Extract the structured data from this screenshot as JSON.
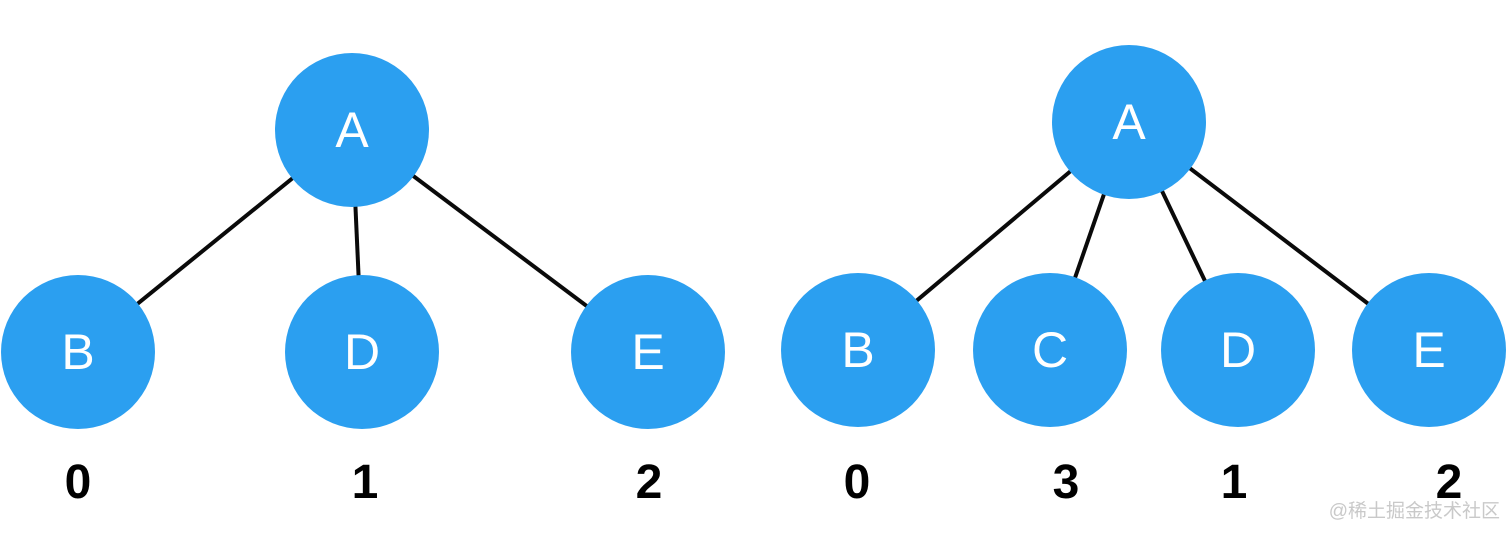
{
  "colors": {
    "node-fill": "#2B9FF0",
    "node-letter": "#ffffff",
    "edge": "#0a0a0a",
    "number": "#000000",
    "watermark": "#c9c9c9"
  },
  "diagram": {
    "trees": [
      {
        "name": "left-tree",
        "root": "A",
        "children": [
          "B",
          "D",
          "E"
        ],
        "indices": [
          "0",
          "1",
          "2"
        ]
      },
      {
        "name": "right-tree",
        "root": "A",
        "children": [
          "B",
          "C",
          "D",
          "E"
        ],
        "indices": [
          "0",
          "3",
          "1",
          "2"
        ]
      }
    ]
  },
  "watermark": {
    "text": "@稀土掘金技术社区"
  }
}
